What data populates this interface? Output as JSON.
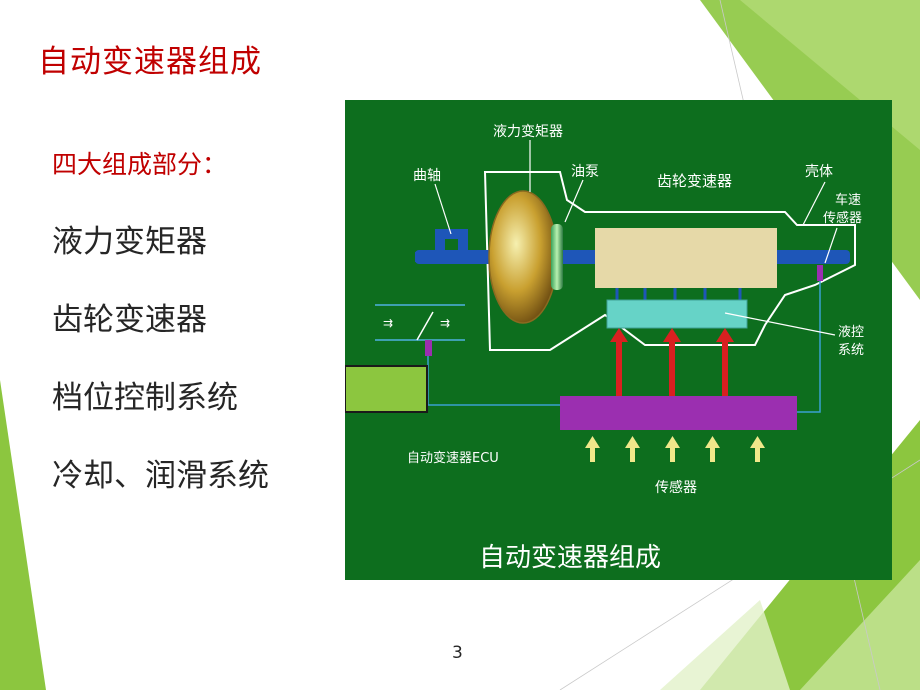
{
  "slide": {
    "title": "自动变速器组成",
    "subtitle": "四大组成部分：",
    "items": [
      "液力变矩器",
      "齿轮变速器",
      "档位控制系统",
      "冷却、润滑系统"
    ],
    "page_number": "3"
  },
  "diagram": {
    "labels": {
      "torque_converter": "液力变矩器",
      "crankshaft": "曲轴",
      "oil_pump": "油泵",
      "gearbox": "齿轮变速器",
      "housing": "壳体",
      "speed_sensor_line1": "车速",
      "speed_sensor_line2": "传感器",
      "hydraulic_line1": "液控",
      "hydraulic_line2": "系统",
      "ecu": "自动变速器ECU",
      "sensors": "传感器",
      "caption": "自动变速器组成"
    },
    "colors": {
      "background": "#0d6e1e",
      "gearbox": "#e6d9a8",
      "valve_body": "#66d3c7",
      "ecu_block": "#9b2fb0",
      "arrow_red": "#d92020",
      "arrow_yellow": "#f0e88a",
      "shaft": "#1e56b8",
      "selector_box": "#8cc63f"
    }
  },
  "theme": {
    "accent_green": "#8cc63f",
    "title_red": "#c00000"
  }
}
